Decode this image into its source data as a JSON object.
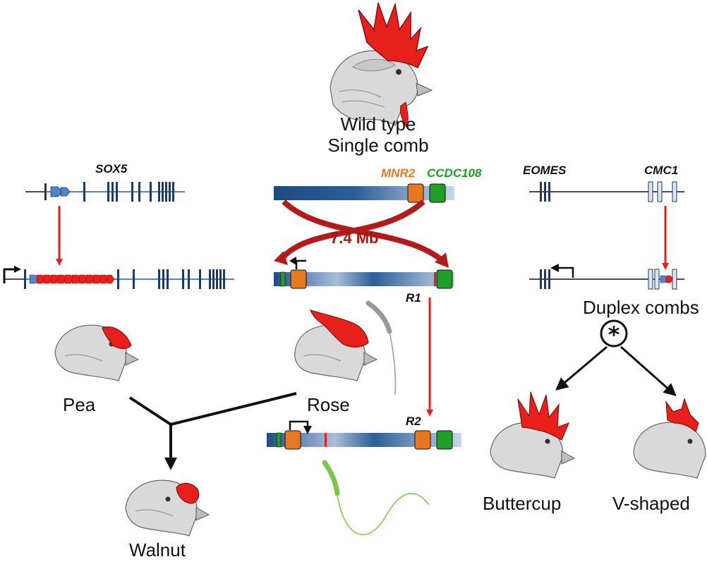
{
  "labels": {
    "wild_type_line1": "Wild type",
    "wild_type_line2": "Single comb",
    "pea": "Pea",
    "rose": "Rose",
    "walnut": "Walnut",
    "duplex": "Duplex combs",
    "buttercup": "Buttercup",
    "vshaped": "V-shaped"
  },
  "genes": {
    "sox5": "SOX5",
    "mnr2": "MNR2",
    "ccdc108": "CCDC108",
    "eomes": "EOMES",
    "cmc1": "CMC1"
  },
  "regions": {
    "r1": "R1",
    "r2": "R2"
  },
  "inversion_size": "7.4 Mb",
  "colors": {
    "comb_red": "#e8201c",
    "arrow_red": "#e8201c",
    "inversion_arrow": "#b31b1b",
    "mnr2_orange": "#e8781e",
    "ccdc108_green": "#1f9e28",
    "chrom_dark": "#1f4a80",
    "chrom_light": "#c9d6e8",
    "exon_blue": "#1d3a66",
    "duplicated_red": "#e8201c",
    "utr_blue": "#4f86c9"
  }
}
